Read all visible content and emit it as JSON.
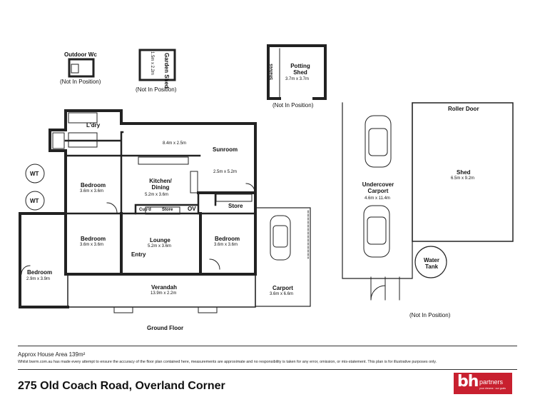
{
  "rooms": {
    "outdoor_wc": "Outdoor Wc",
    "garden_shed": "Garden Shed",
    "garden_shed_dim": "1.5m x 2.2m",
    "potting_shed": "Potting Shed",
    "potting_shed_dim": "3.7m x 3.7m",
    "shelves": "Shelves",
    "laundry": "L'dry",
    "passage_dim": "8.4m x 2.5m",
    "sunroom": "Sunroom",
    "sunroom_dim": "2.5m x 5.2m",
    "bedroom_nw": "Bedroom",
    "bedroom_nw_dim": "3.6m x 3.6m",
    "kitchen": "Kitchen/ Dining",
    "kitchen_dim": "5.2m x 3.6m",
    "cupd": "Cup'd",
    "store1": "Store",
    "ov": "OV",
    "store2": "Store",
    "bedroom_w": "Bedroom",
    "bedroom_w_dim": "3.6m x 3.6m",
    "lounge": "Lounge",
    "lounge_dim": "5.2m x 3.6m",
    "entry": "Entry",
    "bedroom_e": "Bedroom",
    "bedroom_e_dim": "3.6m x 3.6m",
    "bedroom_sw": "Bedroom",
    "bedroom_sw_dim": "2.9m x 3.9m",
    "verandah": "Verandah",
    "verandah_dim": "13.9m x 2.2m",
    "carport": "Carport",
    "carport_dim": "3.6m x 6.6m",
    "undercover": "Undercover Carport",
    "undercover_dim": "4.6m x 11.4m",
    "shed": "Shed",
    "shed_dim": "6.5m x 9.2m",
    "roller_door": "Roller Door",
    "water_tank": "Water Tank",
    "wt": "WT"
  },
  "notes": {
    "not_in_position": "(Not In Position)"
  },
  "floor": "Ground Floor",
  "footer": {
    "area": "Approx House Area 139m²",
    "disclaimer": "Whilst bwrm.com.au has made every attempt to ensure the accuracy of the floor plan contained here, measurements are approximate and no responsibility is taken for any error, omission, or mis-statement. This plan is for illustrative purposes only.",
    "address": "275 Old Coach Road, Overland Corner"
  },
  "logo": {
    "mark": "bh",
    "word": "partners",
    "tagline": "your dreams · our goals",
    "color": "#c8202f"
  }
}
